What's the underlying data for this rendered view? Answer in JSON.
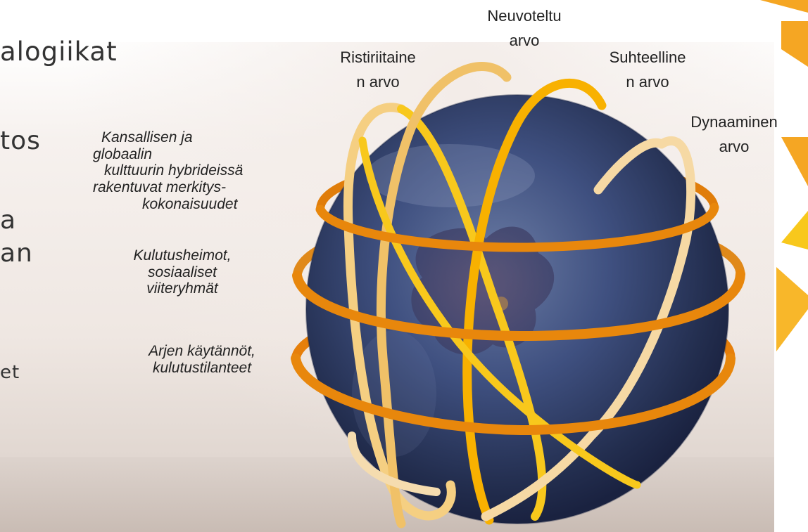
{
  "slide": {
    "title_fragment": "alogiikat",
    "left_fragments": [
      "tos",
      "a",
      "an",
      "et"
    ]
  },
  "value_labels": [
    {
      "id": "ristiriitainen",
      "lines": [
        "Ristiriitaine",
        "n arvo"
      ]
    },
    {
      "id": "neuvoteltu",
      "lines": [
        "Neuvoteltu",
        "arvo"
      ]
    },
    {
      "id": "suhteellinen",
      "lines": [
        "Suhteelline",
        "n  arvo"
      ]
    },
    {
      "id": "dynaaminen",
      "lines": [
        "Dynaaminen",
        "arvo"
      ]
    }
  ],
  "level_labels": [
    {
      "id": "kansallinen",
      "lines": [
        "Kansallisen ja",
        "globaalin",
        "kulttuurin hybrideissä",
        "rakentuvat merkitys-",
        "kokonaisuudet"
      ]
    },
    {
      "id": "kulutusheimot",
      "lines": [
        "Kulutusheimot,",
        "sosiaaliset",
        "viiteryhmät"
      ]
    },
    {
      "id": "arki",
      "lines": [
        "Arjen käytännöt,",
        "kulutustilanteet"
      ]
    }
  ],
  "colors": {
    "ring_dark": "#e8870c",
    "ring_orange": "#f0a020",
    "ring_yellow": "#f8c81c",
    "ring_light": "#f5cf82",
    "ring_pale": "#f7dcaa",
    "berry": "#3a4a72",
    "arrow": "#f5a623"
  }
}
